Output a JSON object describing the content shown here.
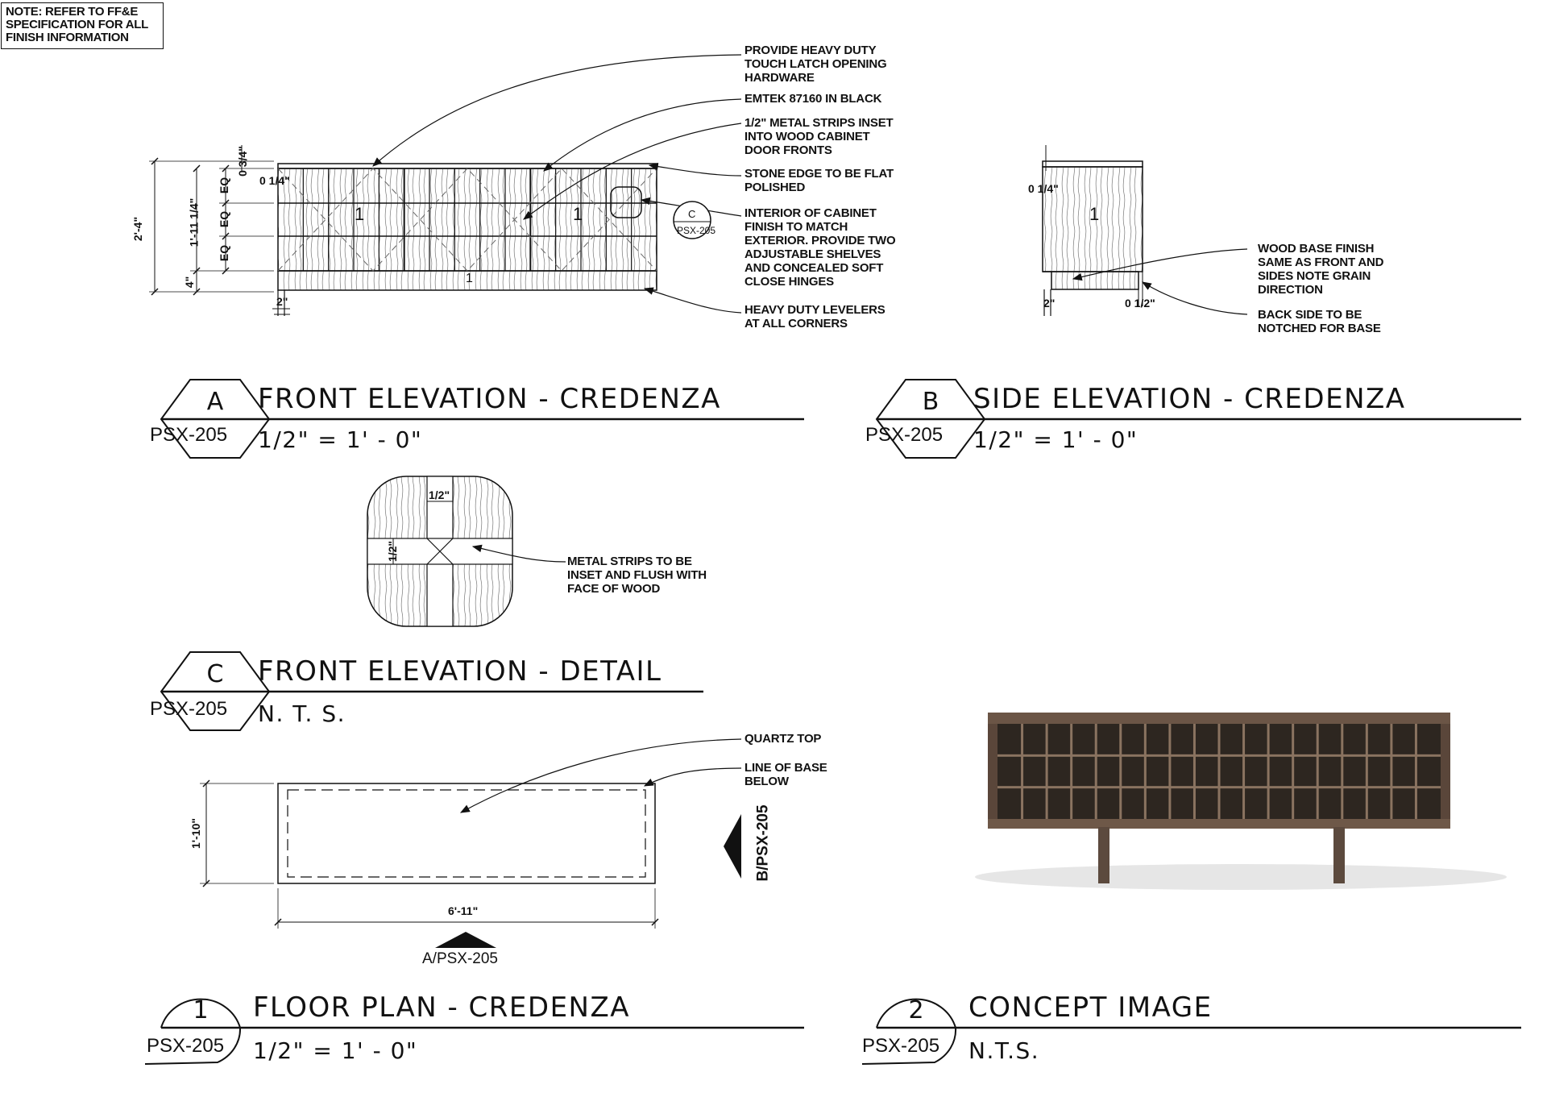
{
  "note": "NOTE:  REFER TO FF&E\nSPECIFICATION FOR ALL\nFINISH INFORMATION",
  "front_elevation": {
    "callouts": [
      "PROVIDE HEAVY DUTY\nTOUCH LATCH OPENING\nHARDWARE",
      "EMTEK 87160 IN BLACK",
      "1/2\" METAL STRIPS INSET\nINTO WOOD CABINET\nDOOR FRONTS",
      "STONE EDGE TO BE FLAT\nPOLISHED",
      "INTERIOR OF CABINET\nFINISH TO MATCH\nEXTERIOR.  PROVIDE TWO\nADJUSTABLE SHELVES\nAND CONCEALED SOFT\nCLOSE HINGES",
      "HEAVY DUTY LEVELERS\nAT ALL CORNERS"
    ],
    "dims": {
      "overall_height": "2'-4\"",
      "cabinet_height": "1'-11 1/4\"",
      "eq": "EQ",
      "base": "4\"",
      "top": "0 3/4\"",
      "top_reveal": "0 1/4\"",
      "leg": "2\""
    },
    "detail_bubble": {
      "letter": "C",
      "sheet": "PSX-205"
    },
    "door_marks": [
      "1",
      "1",
      "1"
    ]
  },
  "side_elevation": {
    "callouts": [
      "WOOD BASE FINISH\nSAME AS FRONT AND\nSIDES NOTE GRAIN\nDIRECTION",
      "BACK SIDE TO BE\nNOTCHED FOR BASE"
    ],
    "dims": {
      "top_reveal": "0 1/4\"",
      "leg": "2\"",
      "notch": "0 1/2\""
    },
    "door_mark": "1"
  },
  "detail": {
    "callout": "METAL STRIPS TO BE\nINSET AND FLUSH WITH\nFACE OF WOOD",
    "dims": {
      "h": "1/2\"",
      "v": "1/2\""
    }
  },
  "floor_plan": {
    "callouts": [
      "QUARTZ TOP",
      "LINE OF BASE\nBELOW"
    ],
    "dims": {
      "depth": "1'-10\"",
      "width": "6'-11\""
    },
    "section_a": "A/PSX-205",
    "section_b": "B/PSX-205"
  },
  "titles": {
    "a": {
      "tag": "A",
      "sheet": "PSX-205",
      "title": "FRONT ELEVATION - CREDENZA",
      "scale": "1/2\" = 1' - 0\""
    },
    "b": {
      "tag": "B",
      "sheet": "PSX-205",
      "title": "SIDE ELEVATION - CREDENZA",
      "scale": "1/2\" = 1' - 0\""
    },
    "c": {
      "tag": "C",
      "sheet": "PSX-205",
      "title": "FRONT ELEVATION - DETAIL",
      "scale": "N. T. S."
    },
    "one": {
      "tag": "1",
      "sheet": "PSX-205",
      "title": "FLOOR PLAN - CREDENZA",
      "scale": "1/2\" = 1' - 0\""
    },
    "two": {
      "tag": "2",
      "sheet": "PSX-205",
      "title": "CONCEPT IMAGE",
      "scale": "N.T.S."
    }
  },
  "concept_image": {
    "grid_columns": 18,
    "grid_rows": 3
  }
}
